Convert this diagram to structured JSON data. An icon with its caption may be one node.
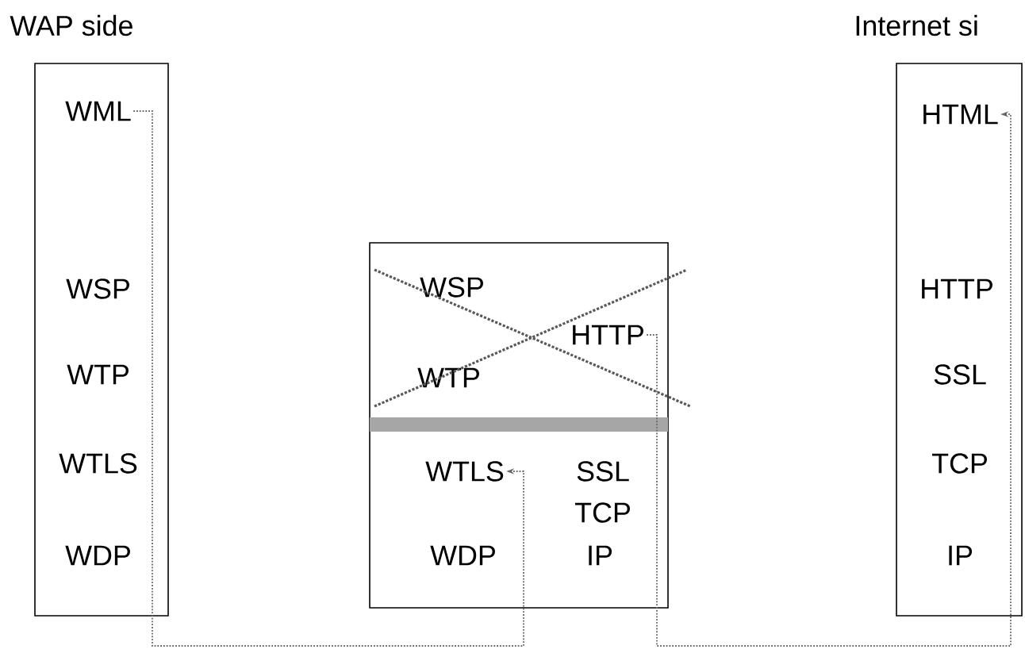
{
  "diagram": {
    "nodes": [
      {
        "text": [
          "WAP side"
        ]
      },
      {
        "text": [
          "WML"
        ],
        "in": 0
      },
      {
        "text": [
          "WSP"
        ],
        "in": 0
      },
      {
        "text": [
          "WTP"
        ],
        "in": 0
      },
      {
        "text": [
          "WTLS"
        ],
        "in": 0
      },
      {
        "text": [
          "WDP"
        ],
        "in": 0
      },
      {
        "text": [],
        "shape": "box"
      },
      {
        "text": [
          "WSP"
        ],
        "in": 6
      },
      {
        "text": [
          "HTTP"
        ],
        "in": 6
      },
      {
        "text": [
          "WTP"
        ],
        "in": 6
      },
      {
        "text": [
          "WTLS"
        ],
        "in": 6
      },
      {
        "text": [
          "SSL"
        ],
        "in": 6
      },
      {
        "text": [
          "TCP"
        ],
        "in": 6
      },
      {
        "text": [
          "WDP"
        ],
        "in": 6
      },
      {
        "text": [
          "IP"
        ],
        "in": 6
      },
      {
        "text": [
          "Internet si"
        ]
      },
      {
        "text": [
          "HTML"
        ],
        "in": 15
      },
      {
        "text": [
          "HTTP"
        ],
        "in": 15
      },
      {
        "text": [
          "SSL"
        ],
        "in": 15
      },
      {
        "text": [
          "TCP"
        ],
        "in": 15
      },
      {
        "text": [
          "IP"
        ],
        "in": 15
      }
    ],
    "edges": [
      {
        "from": 1,
        "to": 10,
        "arrow": "to"
      },
      {
        "from": 8,
        "to": 16,
        "arrow": "to"
      }
    ]
  }
}
